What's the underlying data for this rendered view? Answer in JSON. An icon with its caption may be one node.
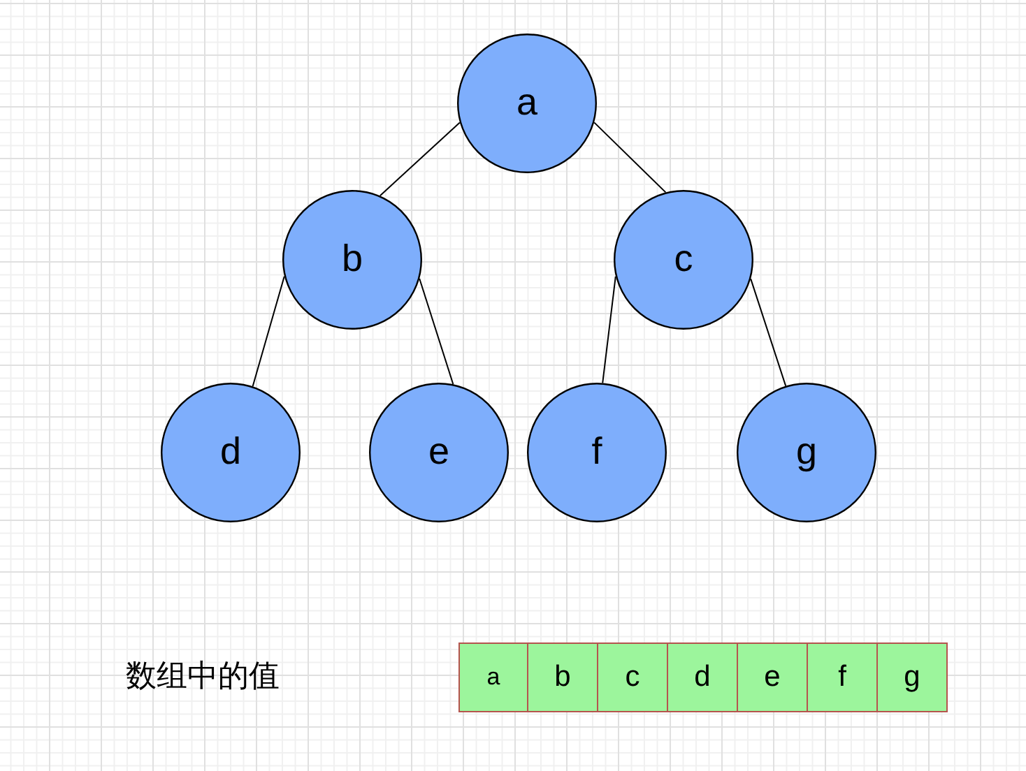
{
  "diagram": {
    "nodes": [
      {
        "text": [
          "a"
        ]
      },
      {
        "text": [
          "b"
        ]
      },
      {
        "text": [
          "c"
        ]
      },
      {
        "text": [
          "d"
        ]
      },
      {
        "text": [
          "e"
        ]
      },
      {
        "text": [
          "f"
        ]
      },
      {
        "text": [
          "g"
        ]
      },
      {
        "text": [
          "a"
        ]
      },
      {
        "text": [
          "b"
        ]
      },
      {
        "text": [
          "c"
        ]
      },
      {
        "text": [
          "d"
        ]
      },
      {
        "text": [
          "e"
        ]
      },
      {
        "text": [
          "f"
        ]
      },
      {
        "text": [
          "g"
        ]
      }
    ],
    "edges": [
      {
        "from": 0,
        "to": 1,
        "arrow": "none"
      },
      {
        "from": 0,
        "to": 2,
        "arrow": "none"
      },
      {
        "from": 1,
        "to": 3,
        "arrow": "none"
      },
      {
        "from": 1,
        "to": 4,
        "arrow": "none"
      },
      {
        "from": 2,
        "to": 5,
        "arrow": "none"
      },
      {
        "from": 2,
        "to": 6,
        "arrow": "none"
      }
    ],
    "labels": [
      "数组中的值"
    ]
  }
}
